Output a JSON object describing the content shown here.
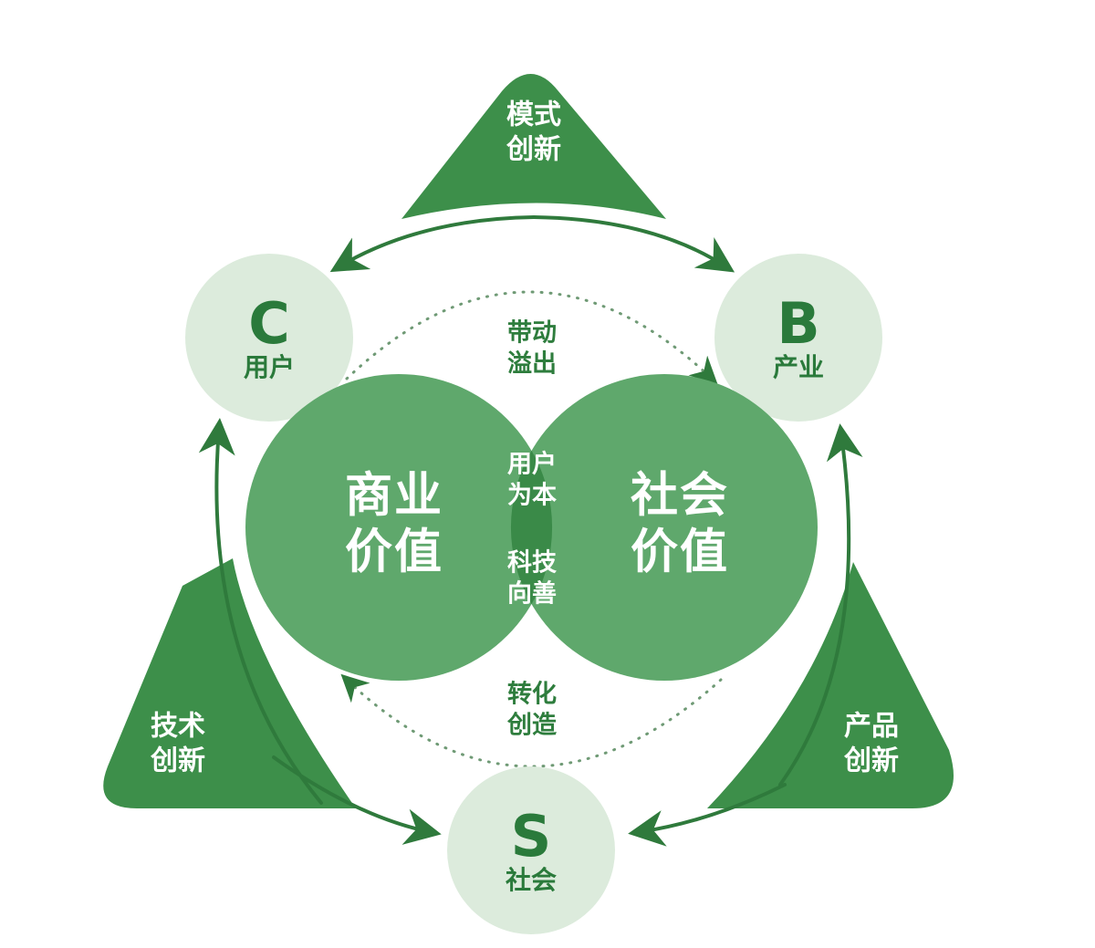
{
  "colors": {
    "triangle": "#3d8f4a",
    "arrow": "#2f7a3c",
    "node_fill": "#dcebdc",
    "node_text": "#2a7a3b",
    "venn_fill": "#5fa86c",
    "venn_overlap": "#3a8a48",
    "dotted": "#6f9a75"
  },
  "triangles": {
    "top": {
      "line1": "模式",
      "line2": "创新",
      "icon": "triangle-shape"
    },
    "left": {
      "line1": "技术",
      "line2": "创新",
      "icon": "triangle-shape"
    },
    "right": {
      "line1": "产品",
      "line2": "创新",
      "icon": "triangle-shape"
    }
  },
  "nodes": {
    "c": {
      "letter": "C",
      "label": "用户"
    },
    "b": {
      "letter": "B",
      "label": "产业"
    },
    "s": {
      "letter": "S",
      "label": "社会"
    }
  },
  "flows": {
    "top": {
      "line1": "带动",
      "line2": "溢出"
    },
    "bottom": {
      "line1": "转化",
      "line2": "创造"
    }
  },
  "venn": {
    "left": {
      "line1": "商业",
      "line2": "价值"
    },
    "right": {
      "line1": "社会",
      "line2": "价值"
    },
    "overlap_top": {
      "line1": "用户",
      "line2": "为本"
    },
    "overlap_bottom": {
      "line1": "科技",
      "line2": "向善"
    }
  }
}
